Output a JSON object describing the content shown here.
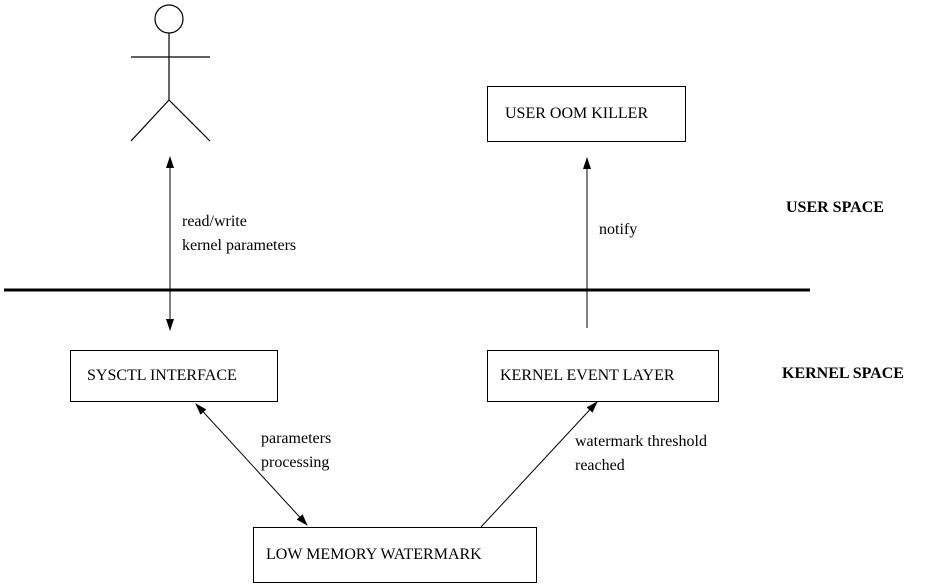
{
  "boxes": {
    "user_oom_killer": "USER OOM KILLER",
    "sysctl_interface": "SYSCTL INTERFACE",
    "kernel_event_layer": "KERNEL EVENT LAYER",
    "low_memory_watermark": "LOW MEMORY WATERMARK"
  },
  "edge_labels": {
    "read_write": [
      "read/write",
      "kernel parameters"
    ],
    "notify": "notify",
    "parameters": [
      "parameters",
      "processing"
    ],
    "watermark": [
      "watermark threshold",
      "reached"
    ]
  },
  "regions": {
    "user_space": "USER SPACE",
    "kernel_space": "KERNEL SPACE"
  }
}
